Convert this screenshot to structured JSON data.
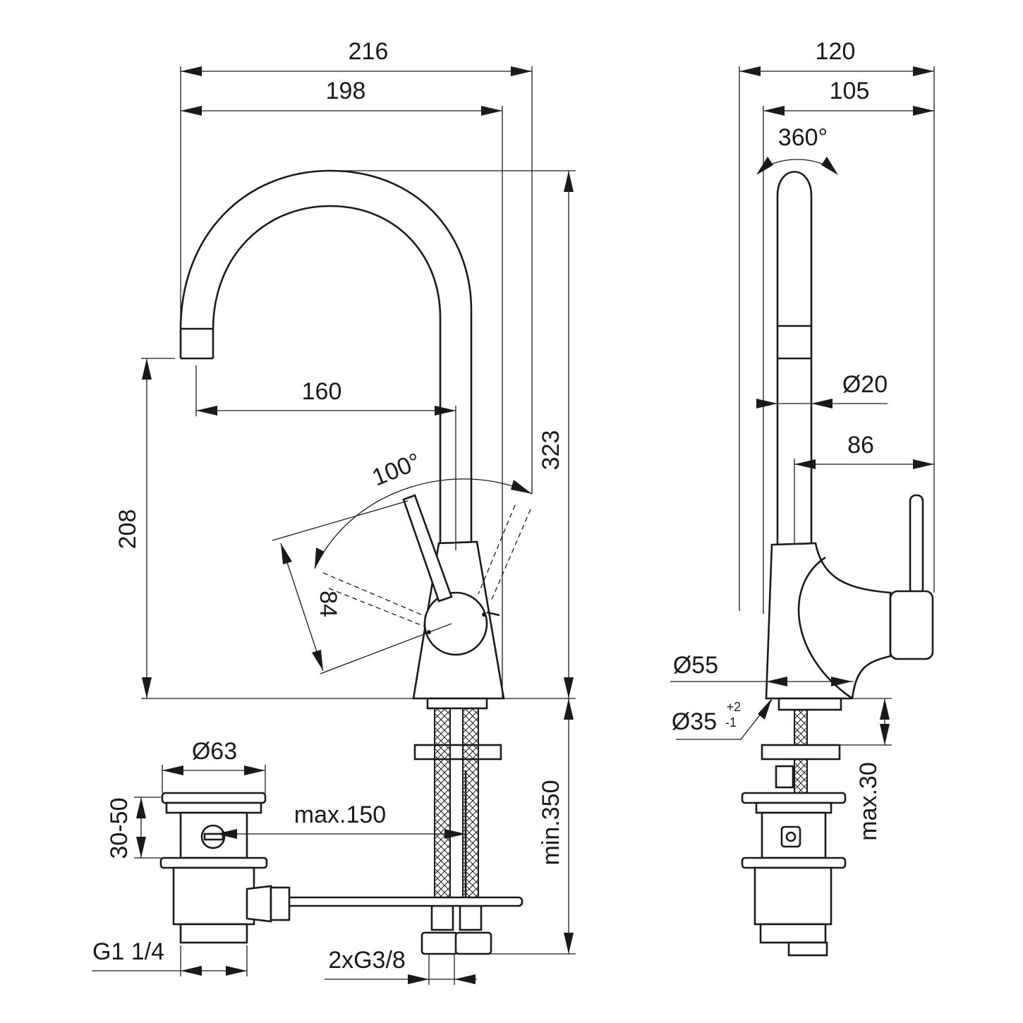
{
  "front_view": {
    "width_overall": "216",
    "width_spout": "198",
    "spout_reach": "160",
    "height_total": "323",
    "spout_height": "208",
    "lever_angle": "100°",
    "lever_size": "84",
    "flexible_length": "min.350",
    "hose_thread": "2xG3/8"
  },
  "side_view": {
    "depth_overall": "120",
    "depth_spout": "105",
    "rotation": "360°",
    "spout_diameter": "Ø20",
    "lever_offset": "86",
    "base_diameter": "Ø55",
    "hole_diameter": "Ø35",
    "hole_tol_upper": "+2",
    "hole_tol_lower": "-1",
    "deck_thickness": "max.30"
  },
  "waste": {
    "diameter": "Ø63",
    "height_range": "30-50",
    "rod_length": "max.150",
    "thread": "G1 1/4"
  }
}
